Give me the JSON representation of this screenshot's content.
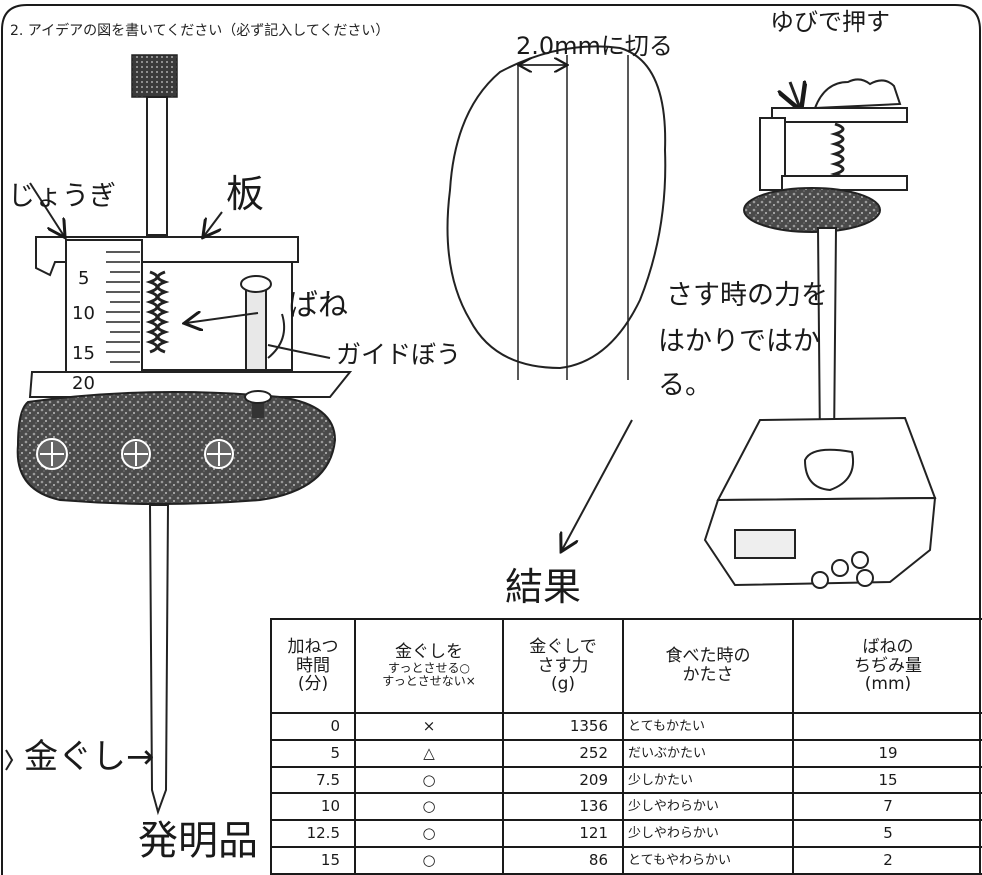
{
  "instruction": "2. アイデアの図を書いてください（必ず記入してください）",
  "labels": {
    "jougi": "じょうぎ",
    "ita": "板",
    "bane": "ばね",
    "guide": "ガイドぼう",
    "kanagushi": "金ぐし→",
    "hatsumeihin": "発明品",
    "cut": "2.0mmに切る",
    "yubi": "ゆびで押す",
    "scale_note": [
      "さす時の力を",
      "はかりではか",
      "る。"
    ],
    "kekka": "結果"
  },
  "ruler_ticks": [
    "5",
    "10",
    "15",
    "20"
  ],
  "table": {
    "headers": [
      [
        "加ねつ",
        "時間",
        "(分)"
      ],
      [
        "金ぐしを",
        "すっとさせる○",
        "すっとさせない×"
      ],
      [
        "金ぐしで",
        "さす力",
        "(g)"
      ],
      [
        "食べた時の",
        "かたさ"
      ],
      [
        "ばねの",
        "ちぢみ量",
        "(mm)"
      ]
    ],
    "rows": [
      {
        "time": "0",
        "pierce": "×",
        "force": "1356",
        "hardness": "とてもかたい",
        "shrink": ""
      },
      {
        "time": "5",
        "pierce": "△",
        "force": "252",
        "hardness": "だいぶかたい",
        "shrink": "19"
      },
      {
        "time": "7.5",
        "pierce": "○",
        "force": "209",
        "hardness": "少しかたい",
        "shrink": "15"
      },
      {
        "time": "10",
        "pierce": "○",
        "force": "136",
        "hardness": "少しやわらかい",
        "shrink": "7"
      },
      {
        "time": "12.5",
        "pierce": "○",
        "force": "121",
        "hardness": "少しやわらかい",
        "shrink": "5"
      },
      {
        "time": "15",
        "pierce": "○",
        "force": "86",
        "hardness": "とてもやわらかい",
        "shrink": "2"
      }
    ]
  }
}
